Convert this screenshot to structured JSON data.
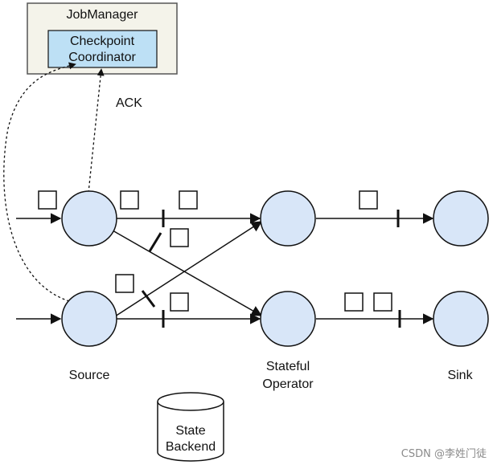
{
  "job_manager": {
    "title": "JobManager",
    "coordinator_line1": "Checkpoint",
    "coordinator_line2": "Coordinator"
  },
  "ack_label": "ACK",
  "nodes": {
    "source_label": "Source",
    "operator_label_line1": "Stateful",
    "operator_label_line2": "Operator",
    "sink_label": "Sink"
  },
  "state_backend": {
    "line1": "State",
    "line2": "Backend"
  },
  "watermark": "CSDN @李姓门徒",
  "colors": {
    "node_fill": "#d8e6f8",
    "coordinator_fill": "#bde0f5",
    "jobmanager_fill": "#f4f3ea",
    "stroke": "#111111"
  }
}
